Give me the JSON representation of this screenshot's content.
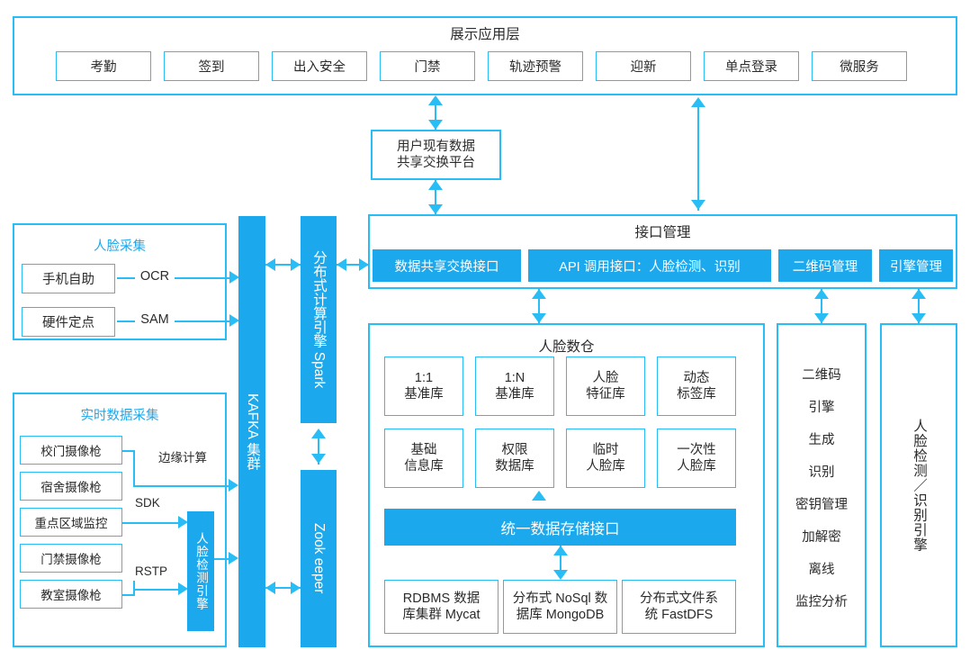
{
  "presentation_layer": {
    "title": "展示应用层",
    "apps": [
      {
        "label": "考勤"
      },
      {
        "label": "签到"
      },
      {
        "label": "出入安全"
      },
      {
        "label": "门禁"
      },
      {
        "label": "轨迹预警"
      },
      {
        "label": "迎新"
      },
      {
        "label": "单点登录"
      },
      {
        "label": "微服务"
      }
    ]
  },
  "exchange_platform": {
    "line1": "用户现有数据",
    "line2": "共享交换平台"
  },
  "face_collection": {
    "title": "人脸采集",
    "sources": [
      {
        "label": "手机自助",
        "protocol": "OCR"
      },
      {
        "label": "硬件定点",
        "protocol": "SAM"
      }
    ]
  },
  "realtime_collection": {
    "title": "实时数据采集",
    "cameras": [
      {
        "label": "校门摄像枪"
      },
      {
        "label": "宿舍摄像枪"
      },
      {
        "label": "重点区域监控"
      },
      {
        "label": "门禁摄像枪"
      },
      {
        "label": "教室摄像枪"
      }
    ],
    "links": [
      {
        "label": "边缘计算"
      },
      {
        "label": "SDK"
      },
      {
        "label": "RSTP"
      }
    ],
    "engine": "人脸检测引擎"
  },
  "middleware": {
    "kafka": "KAFKA 集群",
    "spark": "分布式计算引擎 Spark",
    "zookeeper": "Zook  eeper"
  },
  "interface_mgmt": {
    "title": "接口管理",
    "items": [
      {
        "label": "数据共享交换接口"
      },
      {
        "label": "API 调用接口：人脸检测、识别"
      },
      {
        "label": "二维码管理"
      },
      {
        "label": "引擎管理"
      }
    ]
  },
  "face_warehouse": {
    "title": "人脸数仓",
    "stores": [
      {
        "line1": "1:1",
        "line2": "基准库"
      },
      {
        "line1": "1:N",
        "line2": "基准库"
      },
      {
        "line1": "人脸",
        "line2": "特征库"
      },
      {
        "line1": "动态",
        "line2": "标签库"
      },
      {
        "line1": "基础",
        "line2": "信息库"
      },
      {
        "line1": "权限",
        "line2": "数据库"
      },
      {
        "line1": "临时",
        "line2": "人脸库"
      },
      {
        "line1": "一次性",
        "line2": "人脸库"
      }
    ],
    "storage_interface": "统一数据存储接口",
    "databases": [
      {
        "line1": "RDBMS 数据",
        "line2": "库集群 Mycat"
      },
      {
        "line1": "分布式 NoSql 数",
        "line2": "据库 MongoDB"
      },
      {
        "line1": "分布式文件系",
        "line2": "统 FastDFS"
      }
    ]
  },
  "qr_engine": {
    "items": [
      {
        "label": "二维码"
      },
      {
        "label": "引擎"
      },
      {
        "label": "生成"
      },
      {
        "label": "识别"
      },
      {
        "label": "密钥管理"
      },
      {
        "label": "加解密"
      },
      {
        "label": "离线"
      },
      {
        "label": "监控分析"
      }
    ]
  },
  "face_engine": {
    "label": "人脸检测／识别引擎"
  },
  "colors": {
    "accent": "#1ca8ec",
    "border": "#29bdf5",
    "text": "#2b2b2b",
    "background": "#ffffff"
  }
}
